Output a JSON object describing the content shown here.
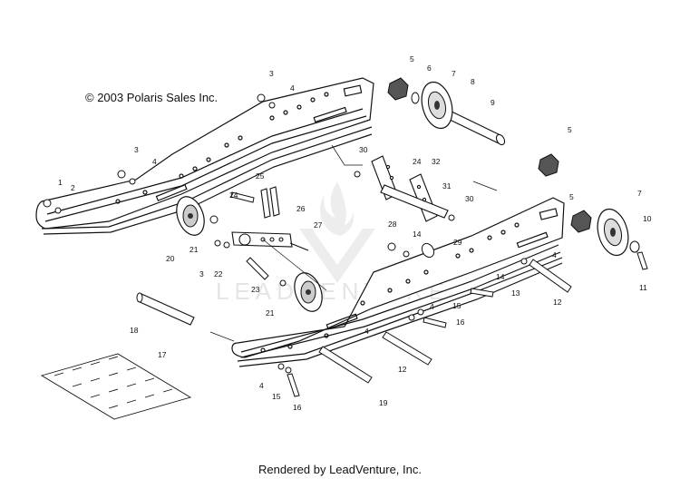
{
  "copyright": "© 2003 Polaris Sales Inc.",
  "footer": "Rendered by LeadVenture, Inc.",
  "watermark": "LEADVENTURE",
  "callouts": [
    {
      "id": "c1",
      "label": "1"
    },
    {
      "id": "c2",
      "label": "2"
    },
    {
      "id": "c3a",
      "label": "3"
    },
    {
      "id": "c3b",
      "label": "3"
    },
    {
      "id": "c3c",
      "label": "3"
    },
    {
      "id": "c4a",
      "label": "4"
    },
    {
      "id": "c4b",
      "label": "4"
    },
    {
      "id": "c4c",
      "label": "4"
    },
    {
      "id": "c4d",
      "label": "4"
    },
    {
      "id": "c4e",
      "label": "4"
    },
    {
      "id": "c4f",
      "label": "4"
    },
    {
      "id": "c5a",
      "label": "5"
    },
    {
      "id": "c5b",
      "label": "5"
    },
    {
      "id": "c5c",
      "label": "5"
    },
    {
      "id": "c6",
      "label": "6"
    },
    {
      "id": "c7a",
      "label": "7"
    },
    {
      "id": "c7b",
      "label": "7"
    },
    {
      "id": "c8",
      "label": "8"
    },
    {
      "id": "c9",
      "label": "9"
    },
    {
      "id": "c10",
      "label": "10"
    },
    {
      "id": "c11",
      "label": "11"
    },
    {
      "id": "c12a",
      "label": "12"
    },
    {
      "id": "c12b",
      "label": "12"
    },
    {
      "id": "c13",
      "label": "13"
    },
    {
      "id": "c14a",
      "label": "14"
    },
    {
      "id": "c14b",
      "label": "14"
    },
    {
      "id": "c15a",
      "label": "15"
    },
    {
      "id": "c15b",
      "label": "15"
    },
    {
      "id": "c16a",
      "label": "16"
    },
    {
      "id": "c16b",
      "label": "16"
    },
    {
      "id": "c17",
      "label": "17"
    },
    {
      "id": "c18",
      "label": "18"
    },
    {
      "id": "c19",
      "label": "19"
    },
    {
      "id": "c20",
      "label": "20"
    },
    {
      "id": "c21a",
      "label": "21"
    },
    {
      "id": "c21b",
      "label": "21"
    },
    {
      "id": "c22",
      "label": "22"
    },
    {
      "id": "c23",
      "label": "23"
    },
    {
      "id": "c24a",
      "label": "24"
    },
    {
      "id": "c24b",
      "label": "24"
    },
    {
      "id": "c25",
      "label": "25"
    },
    {
      "id": "c26",
      "label": "26"
    },
    {
      "id": "c27",
      "label": "27"
    },
    {
      "id": "c28",
      "label": "28"
    },
    {
      "id": "c29",
      "label": "29"
    },
    {
      "id": "c30a",
      "label": "30"
    },
    {
      "id": "c30b",
      "label": "30"
    },
    {
      "id": "c31",
      "label": "31"
    },
    {
      "id": "c32",
      "label": "32"
    }
  ]
}
